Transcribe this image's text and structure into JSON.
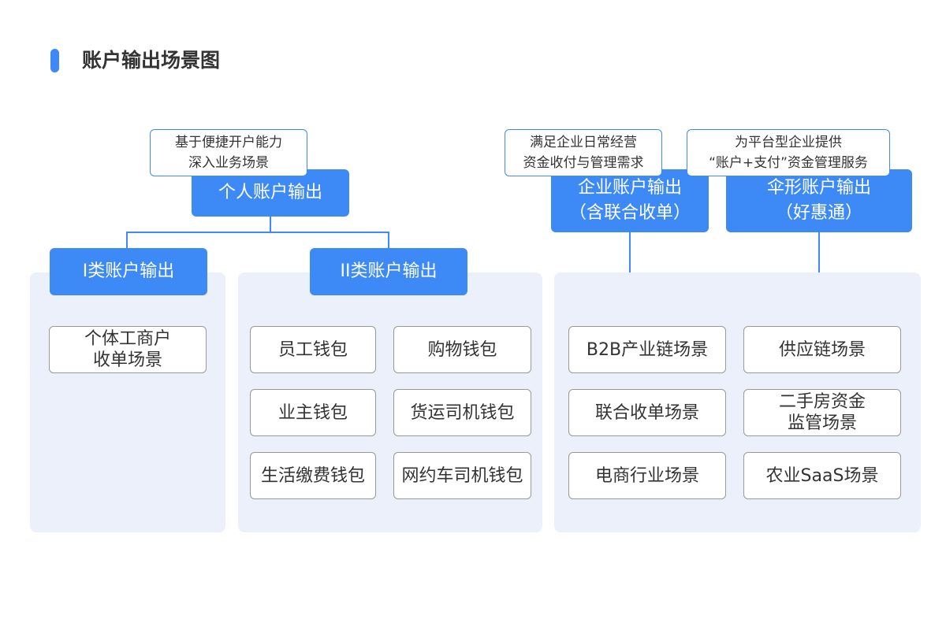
{
  "title": "账户输出场景图",
  "personal": {
    "note": [
      "基于便捷开户能力",
      "深入业务场景"
    ],
    "head": "个人账户输出",
    "type1": {
      "label": "I类账户输出",
      "scenes": [
        [
          "个体工商户",
          "收单场景"
        ]
      ]
    },
    "type2": {
      "label": "II类账户输出",
      "scenes": [
        "员工钱包",
        "购物钱包",
        "业主钱包",
        "货运司机钱包",
        "生活缴费钱包",
        "网约车司机钱包"
      ]
    }
  },
  "enterprise": {
    "note": [
      "满足企业日常经营",
      "资金收付与管理需求"
    ],
    "head": [
      "企业账户输出",
      "（含联合收单）"
    ]
  },
  "umbrella": {
    "note": [
      "为平台型企业提供",
      "“账户+支付”资金管理服务"
    ],
    "head": [
      "伞形账户输出",
      "（好惠通）"
    ]
  },
  "business_scenes": [
    [
      "B2B产业链场景"
    ],
    [
      "供应链场景"
    ],
    [
      "联合收单场景"
    ],
    [
      "二手房资金",
      "监管场景"
    ],
    [
      "电商行业场景"
    ],
    [
      "农业SaaS场景"
    ]
  ],
  "colors": {
    "accent": "#3d8af7",
    "panel": "#ebf0fa",
    "scene_border": "#999999"
  }
}
